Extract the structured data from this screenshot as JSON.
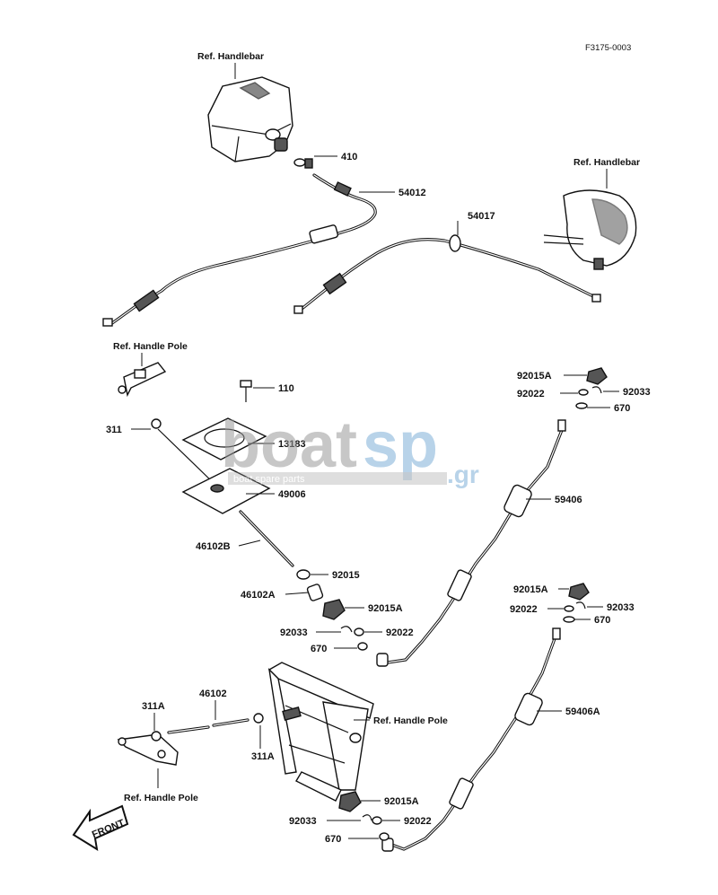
{
  "figure_code": "F3175-0003",
  "refs": {
    "handlebar_top": "Ref. Handlebar",
    "handlebar_right": "Ref. Handlebar",
    "handle_pole_upper": "Ref. Handle Pole",
    "handle_pole_mid": "Ref. Handle Pole",
    "handle_pole_lower": "Ref. Handle Pole"
  },
  "parts": {
    "p410": "410",
    "p54012": "54012",
    "p54017": "54017",
    "p110": "110",
    "p311": "311",
    "p13183": "13183",
    "p49006": "49006",
    "p46102B": "46102B",
    "p92015": "92015",
    "p46102A": "46102A",
    "p92015A_mid": "92015A",
    "p92033_mid": "92033",
    "p92022_mid": "92022",
    "p670_mid": "670",
    "p92015A_top": "92015A",
    "p92022_top": "92022",
    "p92033_top": "92033",
    "p670_top": "670",
    "p59406": "59406",
    "p92015A_r2": "92015A",
    "p92022_r2": "92022",
    "p92033_r2": "92033",
    "p670_r2": "670",
    "p59406A": "59406A",
    "p311A_left": "311A",
    "p46102": "46102",
    "p311A_right": "311A",
    "p92015A_bot": "92015A",
    "p92033_bot": "92033",
    "p92022_bot": "92022",
    "p670_bot": "670"
  },
  "front_arrow": "FRONT",
  "watermark": {
    "word_a": "boat",
    "word_b": "sp",
    "suffix": ".gr",
    "tagline": "boat spare parts"
  }
}
